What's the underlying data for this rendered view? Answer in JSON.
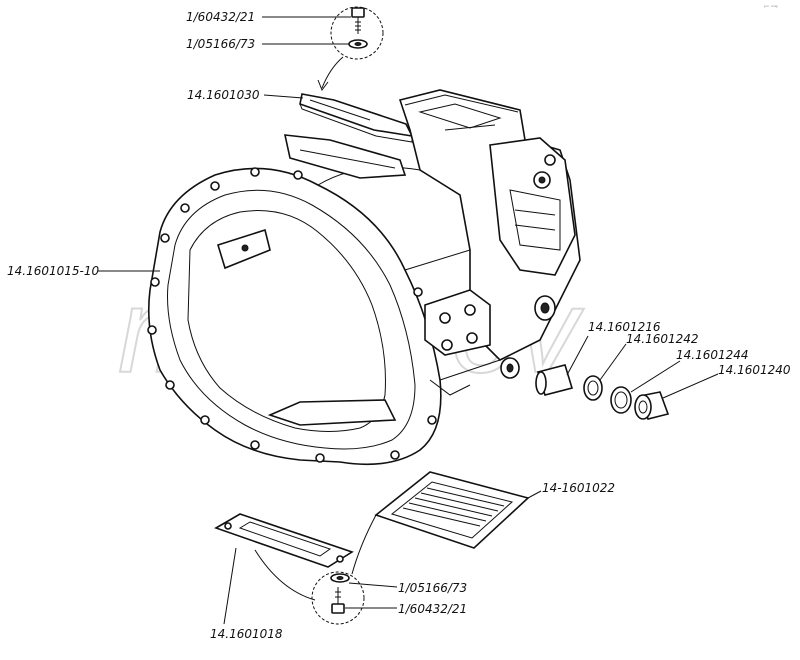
{
  "watermark": "mazurov",
  "corner_mark": "ᵖᵒʳ ᵐᵃᵖ",
  "labels": {
    "bolt_top": "1/60432/21",
    "washer_top": "1/05166/73",
    "cover_top": "14.1601030",
    "housing": "14.1601015-10",
    "sleeve": "14.1601216",
    "ring": "14.1601242",
    "seal": "14.1601244",
    "bearing": "14.1601240",
    "grille": "14-1601022",
    "washer_bottom": "1/05166/73",
    "bolt_bottom": "1/60432/21",
    "plate": "14.1601018"
  }
}
